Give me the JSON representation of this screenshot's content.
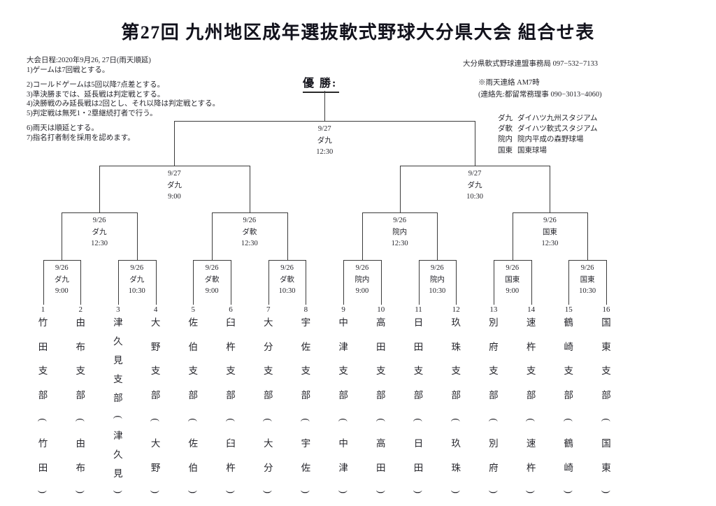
{
  "title": "第27回 九州地区成年選抜軟式野球大分県大会  組合せ表",
  "champion_label": "優 勝:",
  "notes": {
    "schedule": "大会日程:2020年9月26, 27日(雨天順延)",
    "rules": [
      "1)ゲームは7回戦とする。",
      "2)コールドゲームは5回以降7点差とする。",
      "3)準決勝までは、延長戦は判定戦とする。",
      "4)決勝戦のみ延長戦は2回とし、それ以降は判定戦とする。",
      "5)判定戦は無死1・2塁継続打者で行う。",
      "6)雨天は順延とする。",
      "7)指名打者制を採用を認めます。"
    ]
  },
  "contacts": {
    "office": "大分県軟式野球連盟事務局  097−532−7133",
    "rain_note": "※雨天連絡 AM7時",
    "rain_contact": "(連絡先:都留常務理事 090−3013−4060)",
    "venues": [
      {
        "code": "ダ九",
        "name": "ダイハツ九州スタジアム"
      },
      {
        "code": "ダ軟",
        "name": "ダイハツ軟式スタジアム"
      },
      {
        "code": "院内",
        "name": "院内平成の森野球場"
      },
      {
        "code": "国東",
        "name": "国東球場"
      }
    ]
  },
  "bracket": {
    "final": {
      "date": "9/27",
      "venue": "ダ九",
      "time": "12:30"
    },
    "semifinals": [
      {
        "date": "9/27",
        "venue": "ダ九",
        "time": "9:00"
      },
      {
        "date": "9/27",
        "venue": "ダ九",
        "time": "10:30"
      }
    ],
    "quarterfinals": [
      {
        "date": "9/26",
        "venue": "ダ九",
        "time": "12:30"
      },
      {
        "date": "9/26",
        "venue": "ダ軟",
        "time": "12:30"
      },
      {
        "date": "9/26",
        "venue": "院内",
        "time": "12:30"
      },
      {
        "date": "9/26",
        "venue": "国東",
        "time": "12:30"
      }
    ],
    "round1": [
      {
        "date": "9/26",
        "venue": "ダ九",
        "time": "9:00"
      },
      {
        "date": "9/26",
        "venue": "ダ九",
        "time": "10:30"
      },
      {
        "date": "9/26",
        "venue": "ダ軟",
        "time": "9:00"
      },
      {
        "date": "9/26",
        "venue": "ダ軟",
        "time": "10:30"
      },
      {
        "date": "9/26",
        "venue": "院内",
        "time": "9:00"
      },
      {
        "date": "9/26",
        "venue": "院内",
        "time": "10:30"
      },
      {
        "date": "9/26",
        "venue": "国東",
        "time": "9:00"
      },
      {
        "date": "9/26",
        "venue": "国東",
        "time": "10:30"
      }
    ],
    "vertical_open": "(",
    "vertical_close": ")",
    "teams": [
      {
        "no": "1",
        "name": "竹田支部",
        "short": "竹田"
      },
      {
        "no": "2",
        "name": "由布支部",
        "short": "由布"
      },
      {
        "no": "3",
        "name": "津久見支部",
        "short": "津久見"
      },
      {
        "no": "4",
        "name": "大野支部",
        "short": "大野"
      },
      {
        "no": "5",
        "name": "佐伯支部",
        "short": "佐伯"
      },
      {
        "no": "6",
        "name": "臼杵支部",
        "short": "臼杵"
      },
      {
        "no": "7",
        "name": "大分支部",
        "short": "大分"
      },
      {
        "no": "8",
        "name": "宇佐支部",
        "short": "宇佐"
      },
      {
        "no": "9",
        "name": "中津支部",
        "short": "中津"
      },
      {
        "no": "10",
        "name": "高田支部",
        "short": "高田"
      },
      {
        "no": "11",
        "name": "日田支部",
        "short": "日田"
      },
      {
        "no": "12",
        "name": "玖珠支部",
        "short": "玖珠"
      },
      {
        "no": "13",
        "name": "別府支部",
        "short": "別府"
      },
      {
        "no": "14",
        "name": "速杵支部",
        "short": "速杵"
      },
      {
        "no": "15",
        "name": "鶴崎支部",
        "short": "鶴崎"
      },
      {
        "no": "16",
        "name": "国東支部",
        "short": "国東"
      }
    ]
  },
  "colors": {
    "text": "#26262c",
    "line": "#3b3b3b",
    "title": "#12121c"
  }
}
